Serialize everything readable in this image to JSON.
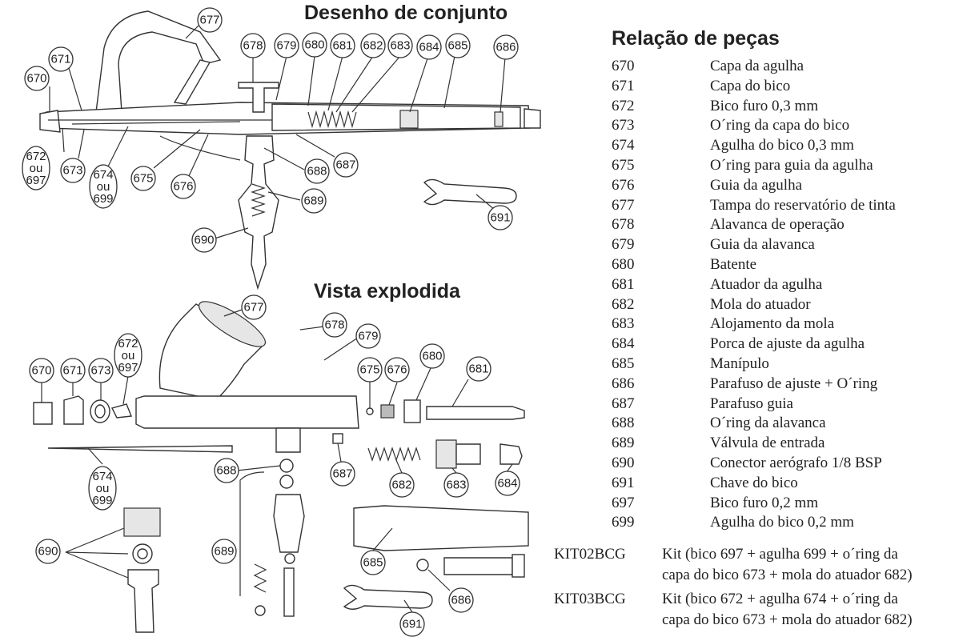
{
  "titles": {
    "assembly": "Desenho de conjunto",
    "exploded": "Vista explodida",
    "parts": "Relação de peças"
  },
  "callouts_assembly": [
    "677",
    "671",
    "670",
    "678",
    "679",
    "680",
    "681",
    "682",
    "683",
    "684",
    "685",
    "686",
    "672\nou\n697",
    "673",
    "674\nou\n699",
    "675",
    "676",
    "688",
    "687",
    "689",
    "690",
    "691"
  ],
  "callouts_exploded": [
    "677",
    "678",
    "679",
    "672\nou\n697",
    "670",
    "671",
    "673",
    "675",
    "676",
    "680",
    "681",
    "674\nou\n699",
    "688",
    "687",
    "682",
    "683",
    "684",
    "690",
    "689",
    "685",
    "686",
    "691"
  ],
  "parts": [
    {
      "num": "670",
      "desc": "Capa da agulha"
    },
    {
      "num": "671",
      "desc": "Capa do bico"
    },
    {
      "num": "672",
      "desc": "Bico furo 0,3 mm"
    },
    {
      "num": "673",
      "desc": "O´ring da capa do bico"
    },
    {
      "num": "674",
      "desc": "Agulha do bico 0,3 mm"
    },
    {
      "num": "675",
      "desc": "O´ring para guia da agulha"
    },
    {
      "num": "676",
      "desc": "Guia da agulha"
    },
    {
      "num": "677",
      "desc": "Tampa do reservatório de tinta"
    },
    {
      "num": "678",
      "desc": "Alavanca de operação"
    },
    {
      "num": "679",
      "desc": "Guia da alavanca"
    },
    {
      "num": "680",
      "desc": "Batente"
    },
    {
      "num": "681",
      "desc": "Atuador da agulha"
    },
    {
      "num": "682",
      "desc": "Mola do atuador"
    },
    {
      "num": "683",
      "desc": "Alojamento da mola"
    },
    {
      "num": "684",
      "desc": "Porca de ajuste da agulha"
    },
    {
      "num": "685",
      "desc": "Manípulo"
    },
    {
      "num": "686",
      "desc": "Parafuso de ajuste + O´ring"
    },
    {
      "num": "687",
      "desc": "Parafuso guia"
    },
    {
      "num": "688",
      "desc": "O´ring da alavanca"
    },
    {
      "num": "689",
      "desc": "Válvula de entrada"
    },
    {
      "num": "690",
      "desc": "Conector aerógrafo 1/8 BSP"
    },
    {
      "num": "691",
      "desc": "Chave do bico"
    },
    {
      "num": "697",
      "desc": "Bico furo 0,2 mm"
    },
    {
      "num": "699",
      "desc": "Agulha do bico 0,2 mm"
    }
  ],
  "kits": [
    {
      "code": "KIT02BCG",
      "line1": "Kit (bico 697 + agulha 699 + o´ring da",
      "line2": "capa do bico 673 + mola do atuador 682)"
    },
    {
      "code": "KIT03BCG",
      "line1": "Kit (bico 672 + agulha 674 + o´ring da",
      "line2": "capa do bico 673 + mola do atuador 682)"
    }
  ]
}
